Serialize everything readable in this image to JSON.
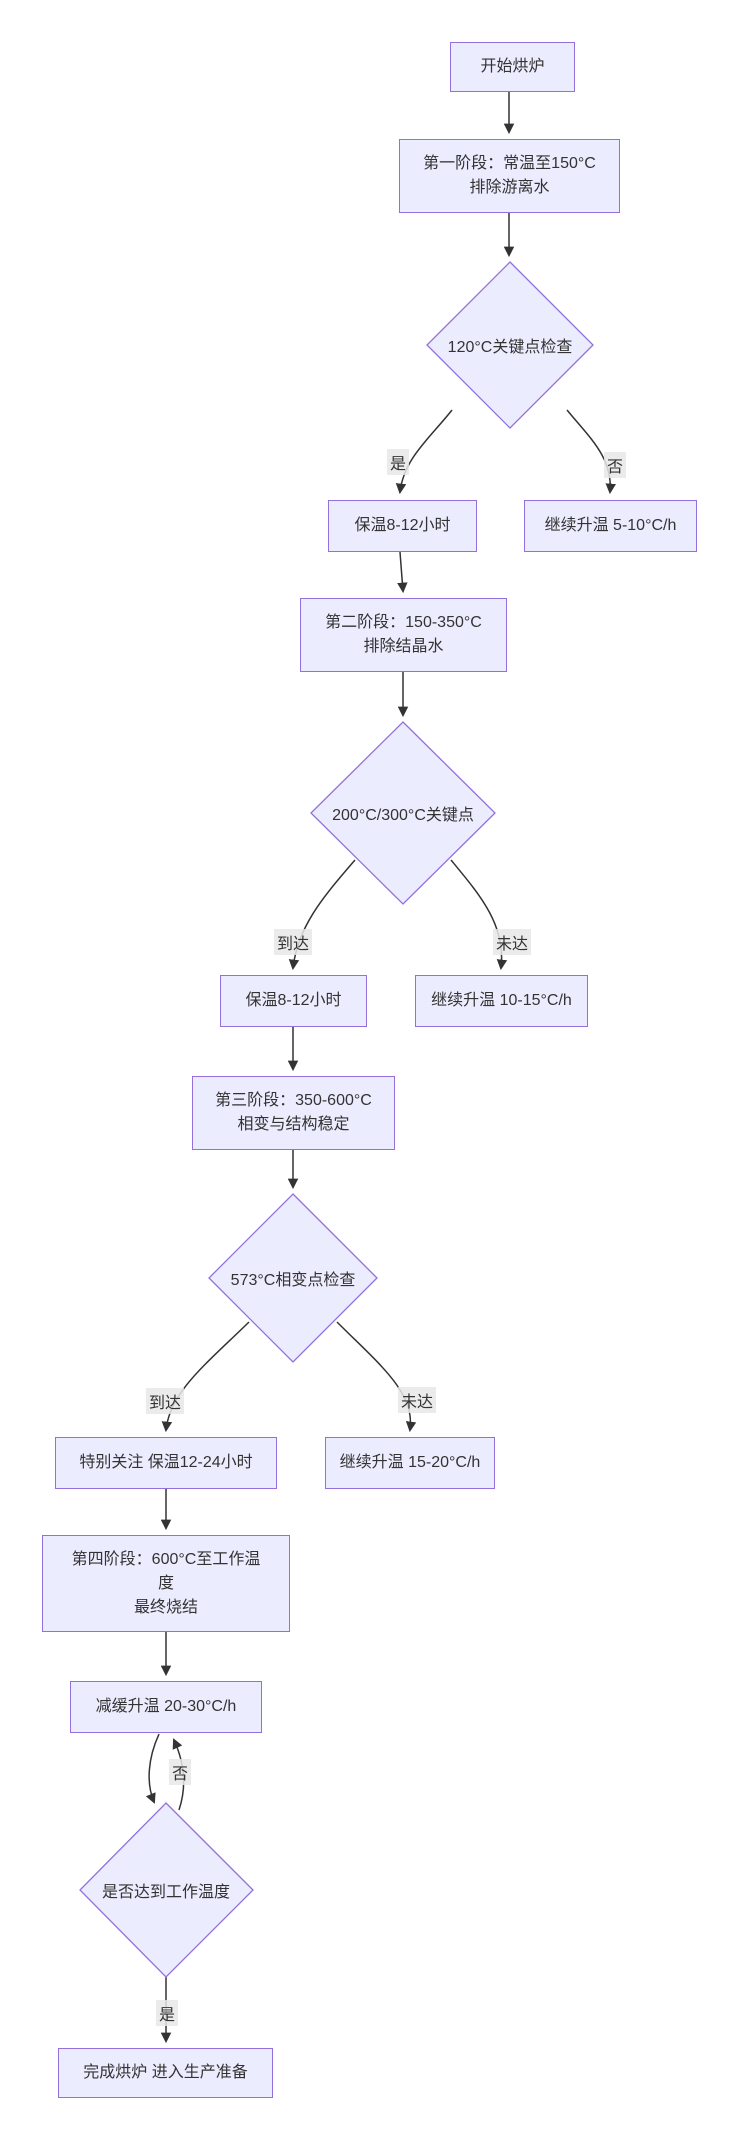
{
  "flowchart": {
    "nodes": {
      "start": {
        "label": "开始烘炉"
      },
      "stage1": {
        "line1": "第一阶段：常温至150°C",
        "line2": "排除游离水"
      },
      "check120": {
        "label": "120°C关键点检查"
      },
      "hold1": {
        "label": "保温8-12小时"
      },
      "heat1": {
        "label": "继续升温 5-10°C/h"
      },
      "stage2": {
        "line1": "第二阶段：150-350°C",
        "line2": "排除结晶水"
      },
      "check200300": {
        "label": "200°C/300°C关键点"
      },
      "hold2": {
        "label": "保温8-12小时"
      },
      "heat2": {
        "label": "继续升温 10-15°C/h"
      },
      "stage3": {
        "line1": "第三阶段：350-600°C",
        "line2": "相变与结构稳定"
      },
      "check573": {
        "label": "573°C相变点检查"
      },
      "hold3": {
        "label": "特别关注 保温12-24小时"
      },
      "heat3": {
        "label": "继续升温 15-20°C/h"
      },
      "stage4": {
        "line1": "第四阶段：600°C至工作温",
        "line2": "度",
        "line3": "最终烧结"
      },
      "slow": {
        "label": "减缓升温 20-30°C/h"
      },
      "checkwork": {
        "label": "是否达到工作温度"
      },
      "finish": {
        "label": "完成烘炉 进入生产准备"
      }
    },
    "edge_labels": {
      "yes1": "是",
      "no1": "否",
      "reach2": "到达",
      "miss2": "未达",
      "reach3": "到达",
      "miss3": "未达",
      "no4": "否",
      "yes4": "是"
    },
    "colors": {
      "node_fill": "#ECECFF",
      "node_border": "#9370DB",
      "edge_line": "#333333",
      "label_bg": "#e8e8e8",
      "text": "#333333",
      "background": "#ffffff"
    }
  }
}
